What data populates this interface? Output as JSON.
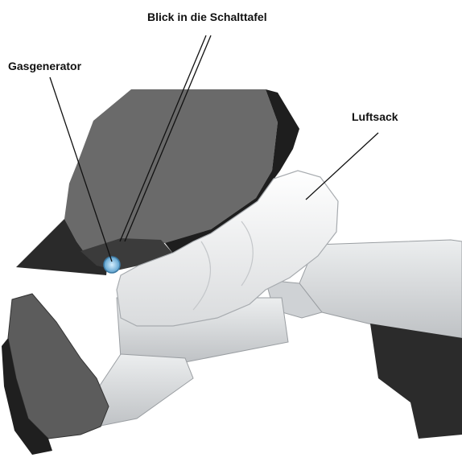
{
  "labels": {
    "schalttafel": "Blick in die Schalttafel",
    "gasgenerator": "Gasgenerator",
    "luftsack": "Luftsack"
  },
  "colors": {
    "dashboard": "#6a6a6a",
    "dashboard_edge": "#1e1e1e",
    "airbag": "#ececec",
    "limb": "#d4d6d8",
    "shoe": "#5c5c5c",
    "inflator": "#7fb6d6"
  }
}
